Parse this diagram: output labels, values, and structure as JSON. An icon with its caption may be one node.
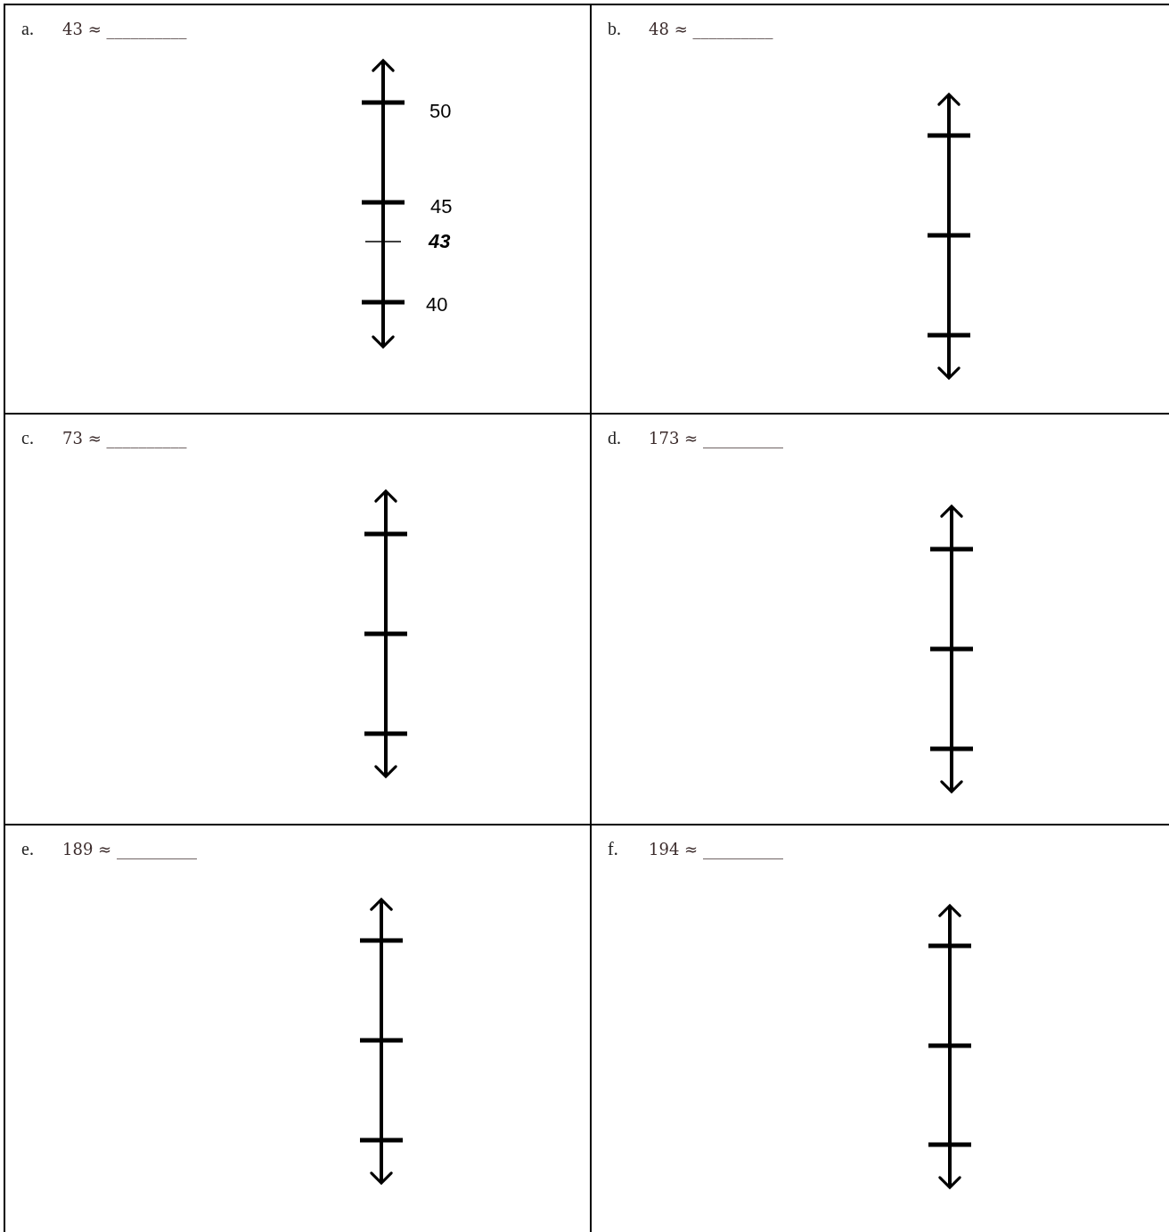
{
  "diagram": {
    "nodes": [
      {
        "text": [
          "a.",
          "43 ≈ __________"
        ]
      },
      {
        "text": [
          "b.",
          "48 ≈ __________"
        ]
      },
      {
        "text": [
          "c.",
          "73 ≈ __________"
        ]
      },
      {
        "text": [
          "d.",
          "173 ≈ __________"
        ]
      },
      {
        "text": [
          "e.",
          "189 ≈ __________"
        ]
      },
      {
        "text": [
          "f.",
          "194 ≈ __________"
        ]
      }
    ],
    "edges": [],
    "labels": [
      "50",
      "45",
      "43",
      "40"
    ]
  }
}
